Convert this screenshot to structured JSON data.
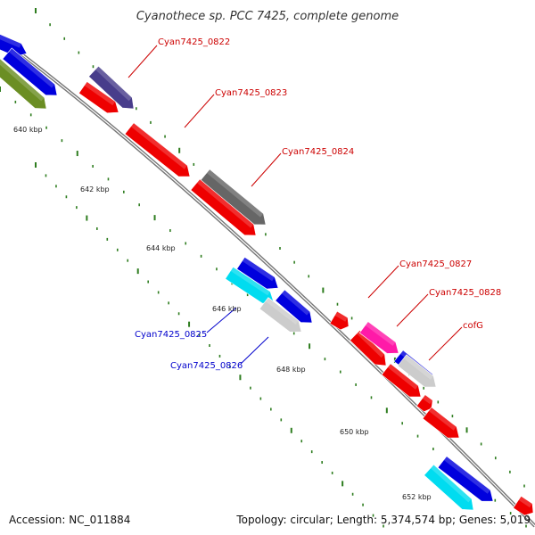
{
  "title": "Cyanothece sp. PCC 7425, complete genome",
  "footer": {
    "accession": "Accession: NC_011884",
    "topology": "Topology: circular; Length: 5,374,574 bp; Genes: 5,019"
  },
  "colors": {
    "backbone": "#777777",
    "tick": "#2e7d1f",
    "forward_label": "#cc0000",
    "reverse_label": "#0000cc"
  },
  "kbp_ticks": [
    "640 kbp",
    "642 kbp",
    "644 kbp",
    "646 kbp",
    "648 kbp",
    "650 kbp",
    "652 kbp"
  ],
  "gene_labels": [
    {
      "text": "Cyan7425_0822",
      "strand": "forward"
    },
    {
      "text": "Cyan7425_0823",
      "strand": "forward"
    },
    {
      "text": "Cyan7425_0824",
      "strand": "forward"
    },
    {
      "text": "Cyan7425_0827",
      "strand": "forward"
    },
    {
      "text": "Cyan7425_0828",
      "strand": "forward"
    },
    {
      "text": "cofG",
      "strand": "forward"
    },
    {
      "text": "Cyan7425_0825",
      "strand": "reverse"
    },
    {
      "text": "Cyan7425_0826",
      "strand": "reverse"
    }
  ],
  "genes": [
    {
      "color": "#0000dd"
    },
    {
      "color": "#6b8e23"
    },
    {
      "color": "#0000dd"
    },
    {
      "color": "#ee0000"
    },
    {
      "color": "#483d8b"
    },
    {
      "color": "#ee0000"
    },
    {
      "color": "#666666"
    },
    {
      "color": "#ee0000"
    },
    {
      "color": "#00dcf0"
    },
    {
      "color": "#0000dd"
    },
    {
      "color": "#cccccc"
    },
    {
      "color": "#0000dd"
    },
    {
      "color": "#ee0000"
    },
    {
      "color": "#ee0000"
    },
    {
      "color": "#ff1aa8"
    },
    {
      "color": "#ee0000"
    },
    {
      "color": "#0000dd"
    },
    {
      "color": "#cccccc"
    },
    {
      "color": "#ee0000"
    },
    {
      "color": "#ee0000"
    },
    {
      "color": "#00dcf0"
    },
    {
      "color": "#0000dd"
    },
    {
      "color": "#ee0000"
    }
  ]
}
